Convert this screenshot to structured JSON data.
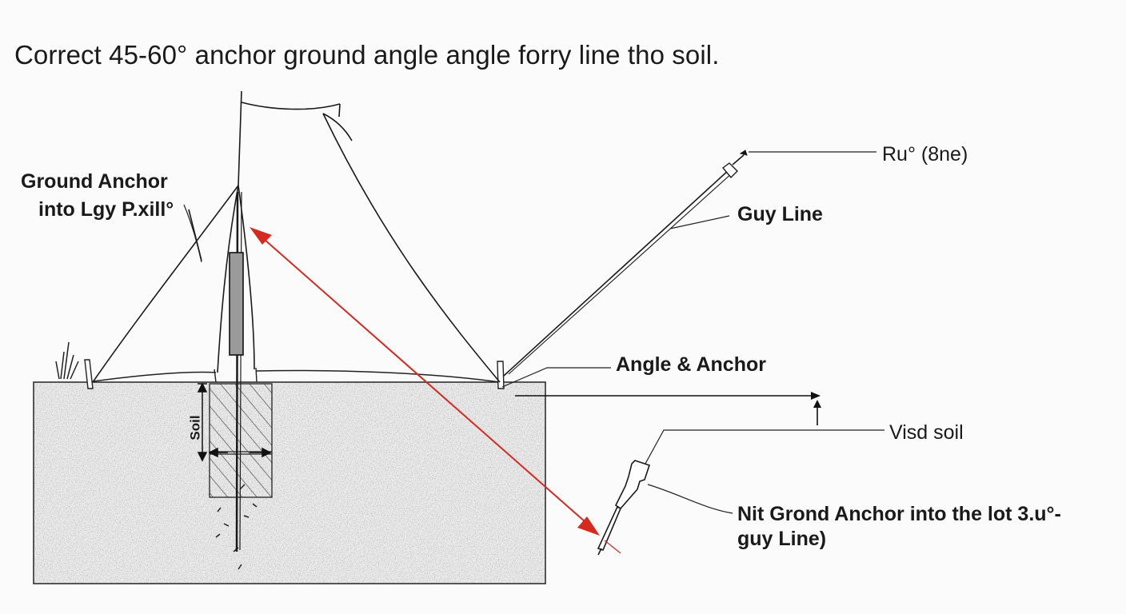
{
  "title": "Correct 45-60° anchor ground angle angle forry line tho soil.",
  "labels": {
    "ground_anchor_line1": "Ground Anchor",
    "ground_anchor_line2": "into Lgy P.xill°",
    "rue": "Ru° (8ne)",
    "guy_line": "Guy Line",
    "angle_anchor": "Angle & Anchor",
    "visd_soil": "Visd soil",
    "nit_line1": "Nit Grond Anchor into the lot 3.u°-",
    "nit_line2": "guy Line)",
    "soil": "Soil"
  },
  "colors": {
    "line": "#1a1a1a",
    "arrow": "#d42a20",
    "soil_fill": "#e9e9e9",
    "background": "#fbfbfb"
  }
}
